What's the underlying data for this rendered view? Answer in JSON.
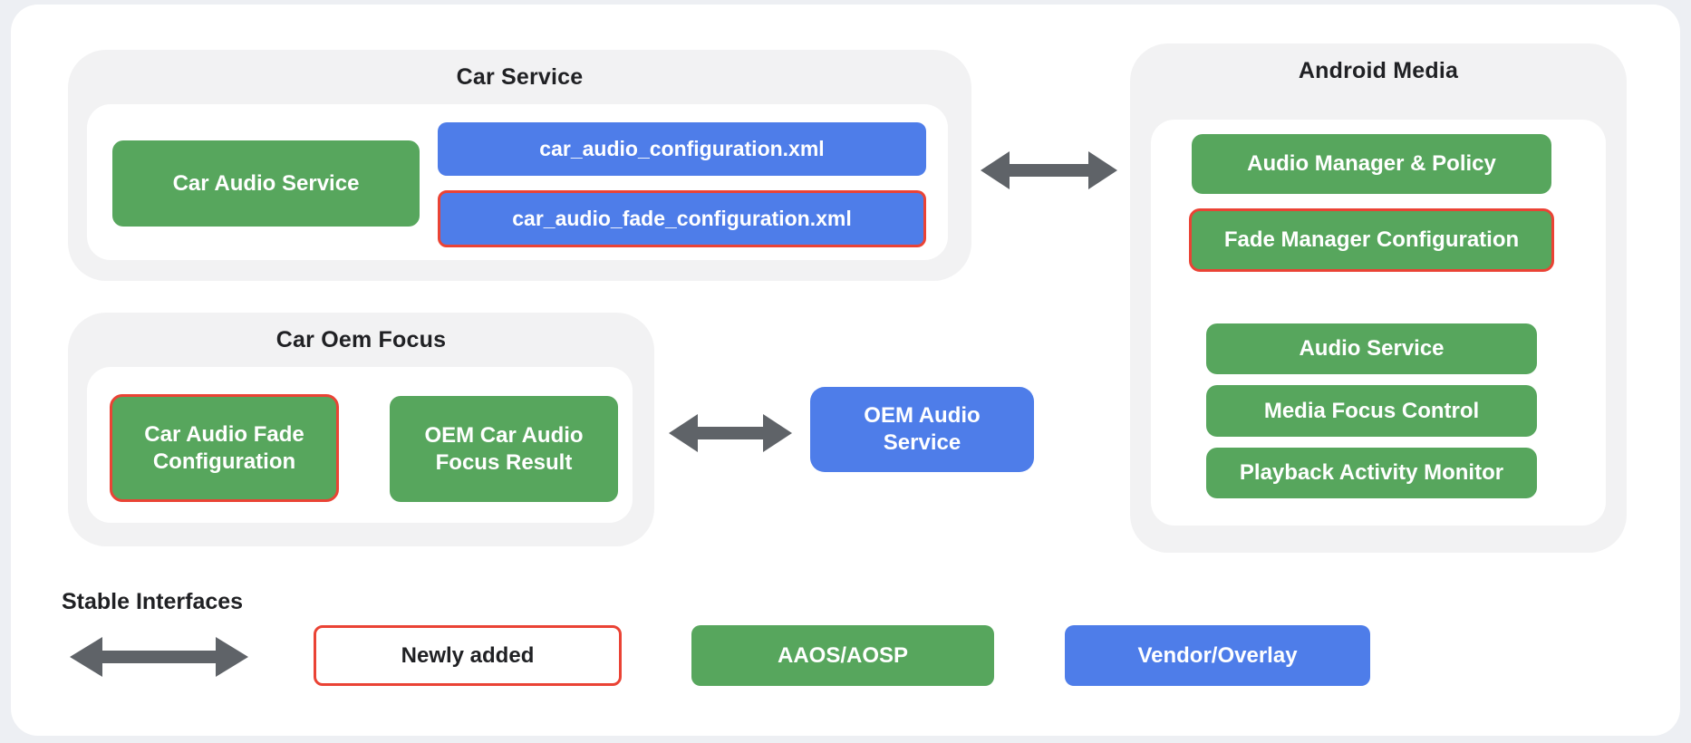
{
  "colors": {
    "page_bg": "#EDEFF3",
    "card_bg": "#FFFFFF",
    "container_bg": "#F2F2F3",
    "panel_bg": "#FFFFFF",
    "green": "#57A65D",
    "blue": "#4E7DE9",
    "red": "#EA4335",
    "arrow": "#5F6368",
    "title_text": "#202124",
    "box_text": "#FFFFFF"
  },
  "sections": {
    "car_service": {
      "title": "Car Service",
      "car_audio_service": "Car Audio Service",
      "config_xml": "car_audio_configuration.xml",
      "fade_config_xml": "car_audio_fade_configuration.xml"
    },
    "car_oem_focus": {
      "title": "Car Oem Focus",
      "fade_config": "Car Audio Fade Configuration",
      "focus_result": "OEM Car Audio Focus Result"
    },
    "android_media": {
      "title": "Android Media",
      "audio_manager": "Audio Manager & Policy",
      "fade_manager": "Fade Manager Configuration",
      "audio_service": "Audio Service",
      "media_focus": "Media Focus Control",
      "playback_monitor": "Playback Activity Monitor"
    },
    "oem_audio_service": "OEM Audio Service"
  },
  "legend": {
    "stable_interfaces": "Stable Interfaces",
    "newly_added": "Newly added",
    "aaos_aosp": "AAOS/AOSP",
    "vendor_overlay": "Vendor/Overlay"
  }
}
